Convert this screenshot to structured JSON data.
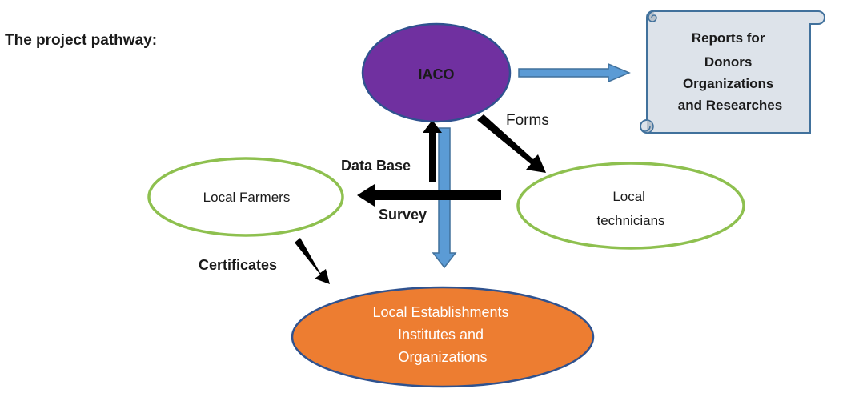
{
  "title": "The project pathway:",
  "nodes": {
    "iaco": {
      "label": "IACO",
      "color": "#7030a0"
    },
    "reports": {
      "lines": [
        "Reports for",
        "Donors",
        "Organizations",
        "and Researches"
      ],
      "color": "#dde3ea"
    },
    "farmers": {
      "label": "Local Farmers",
      "border": "#8ec04f"
    },
    "technicians": {
      "lines": [
        "Local",
        "technicians"
      ],
      "border": "#8ec04f"
    },
    "establishments": {
      "lines": [
        "Local Establishments",
        "Institutes and",
        "Organizations"
      ],
      "color": "#ed7d31"
    }
  },
  "edges": {
    "forms": "Forms",
    "database": "Data Base",
    "survey": "Survey",
    "certificates": "Certificates"
  },
  "colors": {
    "blue_arrow": "#5b9bd5",
    "blue_arrow_border": "#41719c",
    "black_arrow": "#000000",
    "text_dark": "#1a1a1a",
    "text_white": "#ffffff"
  }
}
